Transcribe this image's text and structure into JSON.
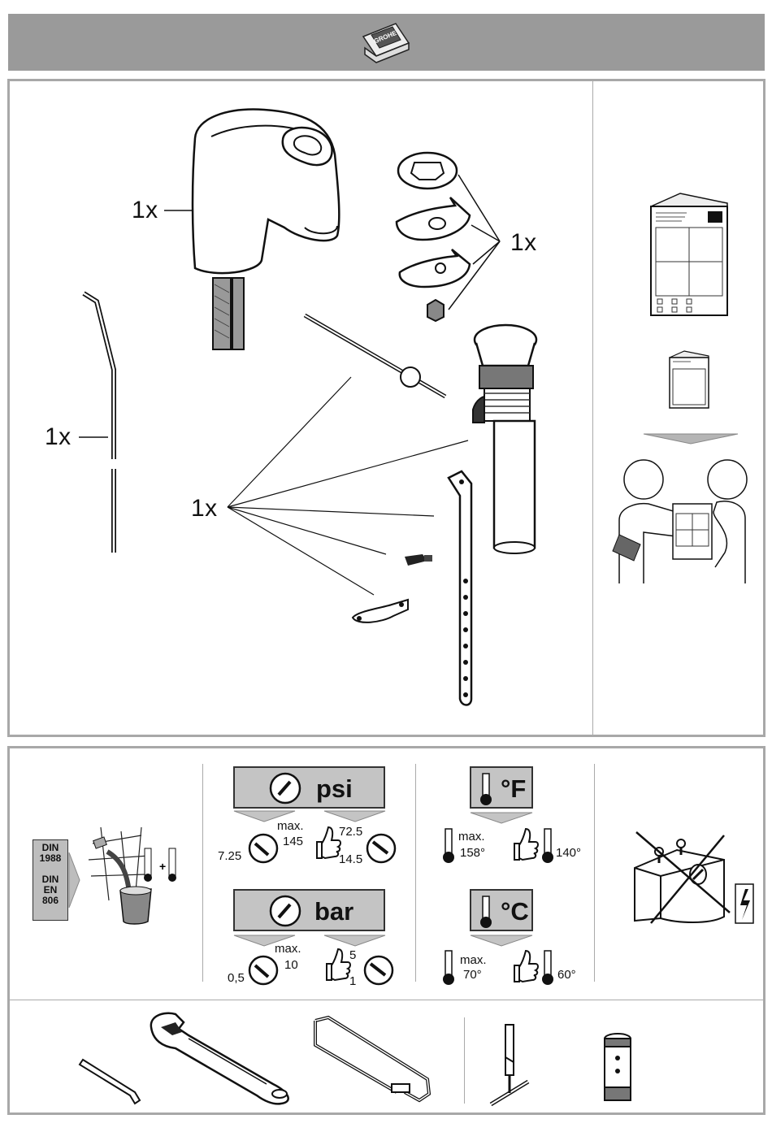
{
  "header": {
    "logo_icon": "grohe-booklet-icon"
  },
  "scope_of_delivery": {
    "faucet_qty": "1x",
    "mount_kit_qty": "1x",
    "lift_rod_qty": "1x",
    "drain_parts_qty": "1x"
  },
  "documentation": {
    "manual_icon": "instruction-manual-icon",
    "handover_icon": "handover-to-user-icon"
  },
  "standards": {
    "line1": "DIN",
    "line2": "1988",
    "line3": "DIN",
    "line4": "EN",
    "line5": "806"
  },
  "pressure": {
    "psi_unit": "psi",
    "psi_max_label": "max.",
    "psi_max": "145",
    "psi_min": "7.25",
    "psi_rec_high": "72.5",
    "psi_rec_low": "14.5",
    "bar_unit": "bar",
    "bar_max_label": "max.",
    "bar_max": "10",
    "bar_min": "0,5",
    "bar_rec_high": "5",
    "bar_rec_low": "1"
  },
  "temperature": {
    "f_unit": "°F",
    "f_max_label": "max.",
    "f_max": "158°",
    "f_rec": "140°",
    "c_unit": "°C",
    "c_max_label": "max.",
    "c_max": "70°",
    "c_rec": "60°"
  },
  "tools": [
    "hex-key-icon",
    "adjustable-wrench-icon",
    "hacksaw-icon",
    "t-socket-wrench-icon",
    "socket-tube-icon"
  ]
}
